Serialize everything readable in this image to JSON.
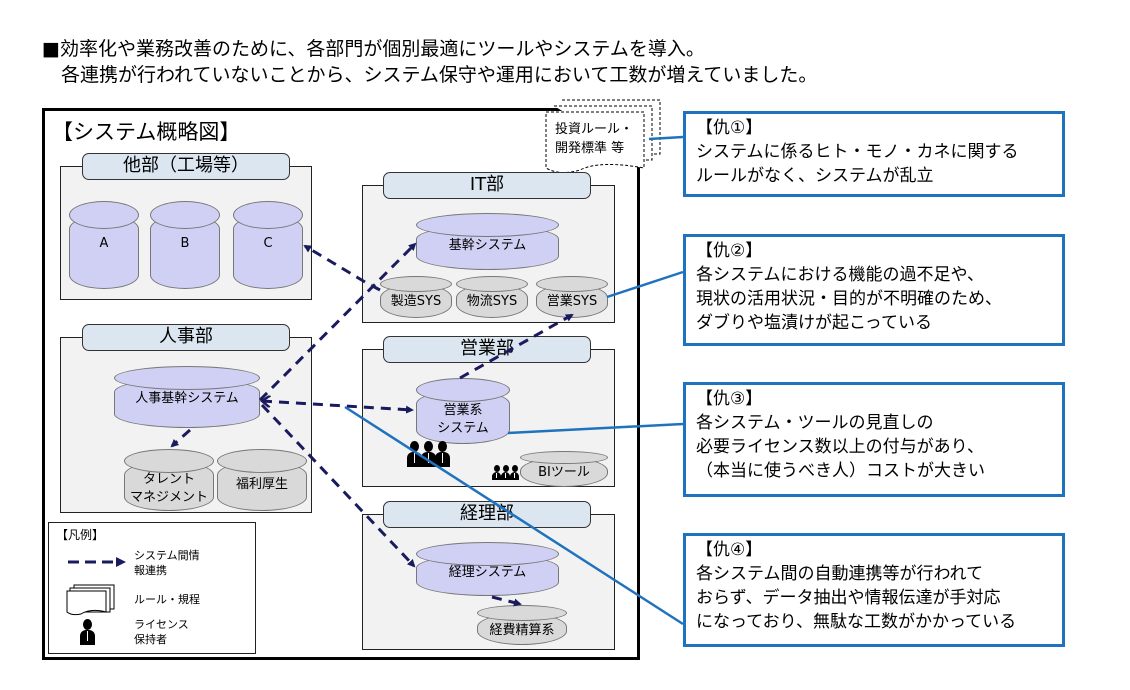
{
  "intro": {
    "bullet": "■",
    "line1": "効率化や業務改善のために、各部門が個別最適にツールやシステムを導入。",
    "line2": "各連携が行われていないことから、システム保守や運用において工数が増えていました。"
  },
  "diagram": {
    "title": "【システム概略図】",
    "rules_note": "投資ルール・\n開発標準 等",
    "departments": {
      "other": {
        "name": "他部（工場等）",
        "systems": [
          "A",
          "B",
          "C"
        ]
      },
      "it": {
        "name": "IT部",
        "main_system": "基幹システム",
        "sub_systems": [
          "製造SYS",
          "物流SYS",
          "営業SYS"
        ]
      },
      "hr": {
        "name": "人事部",
        "main_system": "人事基幹システム",
        "sub_systems": [
          "タレント\nマネジメント",
          "福利厚生"
        ]
      },
      "sales": {
        "name": "営業部",
        "main_system": "営業系\nシステム",
        "sub_systems": [
          "BIツール"
        ]
      },
      "accounting": {
        "name": "経理部",
        "main_system": "経理システム",
        "sub_systems": [
          "経費精算系"
        ]
      }
    },
    "legend": {
      "title": "【凡例】",
      "items": [
        {
          "icon": "dashed-arrow-icon",
          "label": "システム間情\n報連携"
        },
        {
          "icon": "document-stack-icon",
          "label": "ルール・規程"
        },
        {
          "icon": "person-icon",
          "label": "ライセンス\n保持者"
        }
      ]
    }
  },
  "callouts": [
    {
      "heading": "【仇①】",
      "lines": [
        "システムに係るヒト・モノ・カネに関する",
        "ルールがなく、システムが乱立"
      ]
    },
    {
      "heading": "【仇②】",
      "lines": [
        "各システムにおける機能の過不足や、",
        "現状の活用状況・目的が不明確のため、",
        "ダブりや塩漬けが起こっている"
      ]
    },
    {
      "heading": "【仇③】",
      "lines": [
        "各システム・ツールの見直しの",
        "必要ライセンス数以上の付与があり、",
        "（本当に使うべき人）コストが大きい"
      ]
    },
    {
      "heading": "【仇④】",
      "lines": [
        "各システム間の自動連携等が行われて",
        "おらず、データ抽出や情報伝達が手対応",
        "になっており、無駄な工数がかかっている"
      ]
    }
  ],
  "colors": {
    "callout_border": "#1f72be",
    "arrow": "#1a1a5e",
    "dept_tab": "#dce6f1",
    "system_purple": "#d0d0f4",
    "system_gray": "#d9d9d9"
  }
}
